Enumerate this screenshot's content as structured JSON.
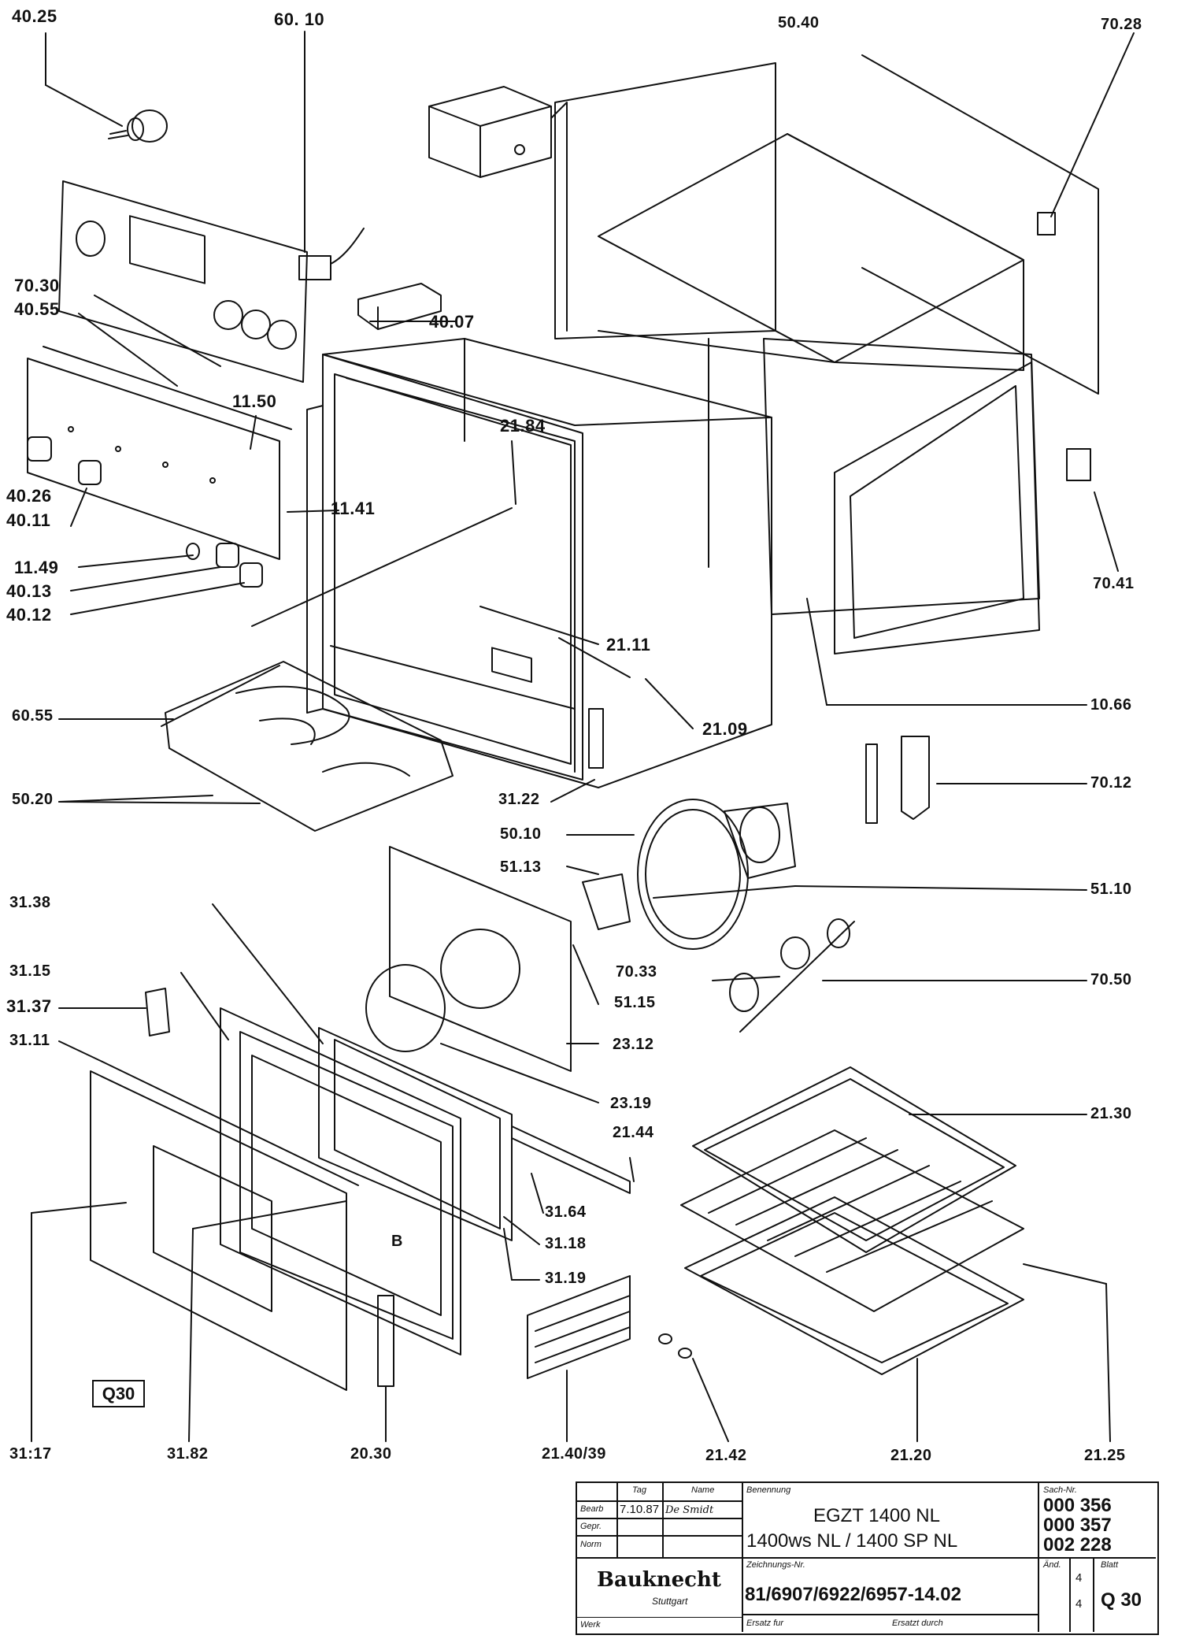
{
  "labels": {
    "l4025": "40.25",
    "l6010": "60. 10",
    "l5040": "50.40",
    "l7028": "70.28",
    "l7030": "70.30",
    "l4055": "40.55",
    "l4007": "40.07",
    "l1150": "11.50",
    "l2184": "21.84",
    "l4026": "40.26",
    "l4011": "40.11",
    "l1141": "11.41",
    "l1149": "11.49",
    "l4013": "40.13",
    "l4012": "40.12",
    "l2111": "21.11",
    "l7041": "70.41",
    "l1066": "10.66",
    "l6055": "60.55",
    "l2109": "21.09",
    "l5020": "50.20",
    "l3122": "31.22",
    "l7012": "70.12",
    "l5010": "50.10",
    "l5113": "51.13",
    "l5110": "51.10",
    "l3138": "31.38",
    "l7033": "70.33",
    "l3115": "31.15",
    "l5115": "51.15",
    "l7050": "70.50",
    "l3137": "31.37",
    "l3111": "31.11",
    "l2312": "23.12",
    "l2319": "23.19",
    "l2130": "21.30",
    "l2144": "21.44",
    "l3164": "31.64",
    "l3118": "31.18",
    "l3119": "31.19",
    "l3117": "31:17",
    "l3182": "31.82",
    "l2030": "20.30",
    "l214039": "21.40/39",
    "l2142": "21.42",
    "l2120": "21.20",
    "l2125": "21.25",
    "door_mark": "B"
  },
  "page_tag": "Q30",
  "title_block": {
    "hdr_tag": "Tag",
    "hdr_name": "Name",
    "hdr_benennung": "Benennung",
    "row_bearb": "Bearb",
    "row_gepr": "Gepr.",
    "row_norm": "Norm",
    "date": "7.10.87",
    "signature": "De Smidt",
    "model_line1": "EGZT  1400 NL",
    "model_line2": "1400ws NL / 1400 SP NL",
    "sach_hdr": "Sach-Nr.",
    "sach_1": "000  356",
    "sach_2": "000  357",
    "sach_3": "002  228",
    "logo_text": "Bauknecht",
    "logo_city": "Stuttgart",
    "werk": "Werk",
    "zeichnung_hdr": "Zeichnungs-Nr.",
    "drawing_no": "81/6907/6922/6957-14.02",
    "ersatz_fuer": "Ersatz fur",
    "ersatzt_durch": "Ersatzt durch",
    "aend_hdr": "Änd.",
    "aend_val": "4",
    "sheet_hdr": "Blatt",
    "sheet_val": "4",
    "page_val": "Q 30"
  },
  "colors": {
    "ink": "#111111",
    "paper": "#ffffff"
  }
}
